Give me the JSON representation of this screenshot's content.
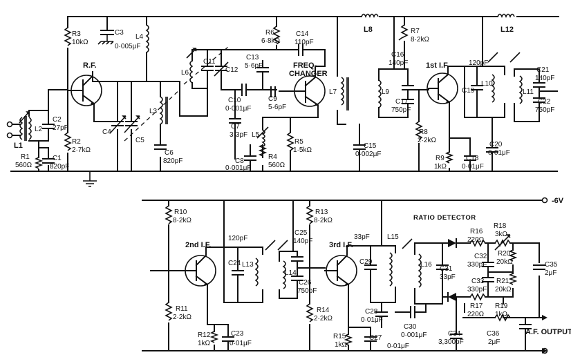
{
  "stages": {
    "rf": "R.F.",
    "freq_changer_1": "FREQ-",
    "freq_changer_2": "CHANGER",
    "if1": "1st I.F.",
    "if2": "2nd I.F.",
    "if3": "3rd I.F.",
    "ratio_detector": "RATIO DETECTOR"
  },
  "rails": {
    "neg6v": "-6V",
    "output": "A.F. OUTPUT"
  },
  "components": {
    "L1": "L1",
    "L2": "L2",
    "C2": "C2",
    "C2v": "27pF",
    "R1": "R1",
    "R1v": "560Ω",
    "C1": "C1",
    "C1v": "820pF",
    "R2": "R2",
    "R2v": "2·7kΩ",
    "R3": "R3",
    "R3v": "10kΩ",
    "C3": "C3",
    "C3v": "0·005μF",
    "L4": "L4",
    "C4": "C4",
    "C5": "C5",
    "L3": "L3",
    "C6": "C6",
    "C6v": "820pF",
    "L6": "L6",
    "C11": "C11",
    "C12": "C12",
    "R6": "R6",
    "R6v": "6·8kΩ",
    "C14": "C14",
    "C14v": "110pF",
    "C13": "C13",
    "C13v": "5·6pF",
    "C9": "C9",
    "C9v": "5·6pF",
    "C10": "C10",
    "C10v": "0·001μF",
    "C7": "C7",
    "C7v": "3·3pF",
    "L5": "L5",
    "R5": "R5",
    "R5v": "1·5kΩ",
    "C8": "C8",
    "C8v": "0·001μF",
    "R4": "R4",
    "R4v": "560Ω",
    "L8": "L8",
    "L7": "L7",
    "C15": "C15",
    "C15v": "0·002μF",
    "L9": "L9",
    "C16": "C16",
    "C16v": "140pF",
    "C17": "C17",
    "C17v": "750pF",
    "R7": "R7",
    "R7v": "8·2kΩ",
    "R8": "R8",
    "R8v": "2·2kΩ",
    "R9": "R9",
    "R9v": "1kΩ",
    "C18": "C18",
    "C18v": "0·01μF",
    "L12": "L12",
    "C19": "C19",
    "C19v": "120pF",
    "L10": "L10",
    "L11": "L11",
    "C20": "C20",
    "C20v": "0·01μF",
    "C21": "C21",
    "C21v": "140pF",
    "C22": "C22",
    "C22v": "750pF",
    "R10": "R10",
    "R10v": "8·2kΩ",
    "R11": "R11",
    "R11v": "2·2kΩ",
    "R12": "R12",
    "R12v": "1kΩ",
    "C23": "C23",
    "C23v": "0·01μF",
    "C24": "C24",
    "C24v": "120pF",
    "L13": "L13",
    "L14": "L14",
    "C25": "C25",
    "C25v": "140pF",
    "C26": "C26",
    "C26v": "750pF",
    "R13": "R13",
    "R13v": "8·2kΩ",
    "R14": "R14",
    "R14v": "2·2kΩ",
    "R15": "R15",
    "R15v": "1kΩ",
    "C27": "C27",
    "C27v": "0·01μF",
    "C28": "C28",
    "C28v": "0·01μF",
    "C29": "C29",
    "C29v": "33pF",
    "L15": "L15",
    "L16": "L16",
    "C30": "C30",
    "C30v": "0·001μF",
    "C31": "C31",
    "C31v": "33pF",
    "R16": "R16",
    "R16v": "220Ω",
    "R17": "R17",
    "R17v": "220Ω",
    "R18": "R18",
    "R18v": "3kΩ",
    "R19": "R19",
    "R19v": "1kΩ",
    "R20": "R20",
    "R20v": "20kΩ",
    "R21": "R21",
    "R21v": "20kΩ",
    "C32": "C32",
    "C32v": "330pF",
    "C33": "C33",
    "C33v": "330pF",
    "C34": "C34",
    "C34v": "3,300pF",
    "C35": "C35",
    "C35v": "2μF",
    "C36": "C36",
    "C36v": "2μF"
  }
}
